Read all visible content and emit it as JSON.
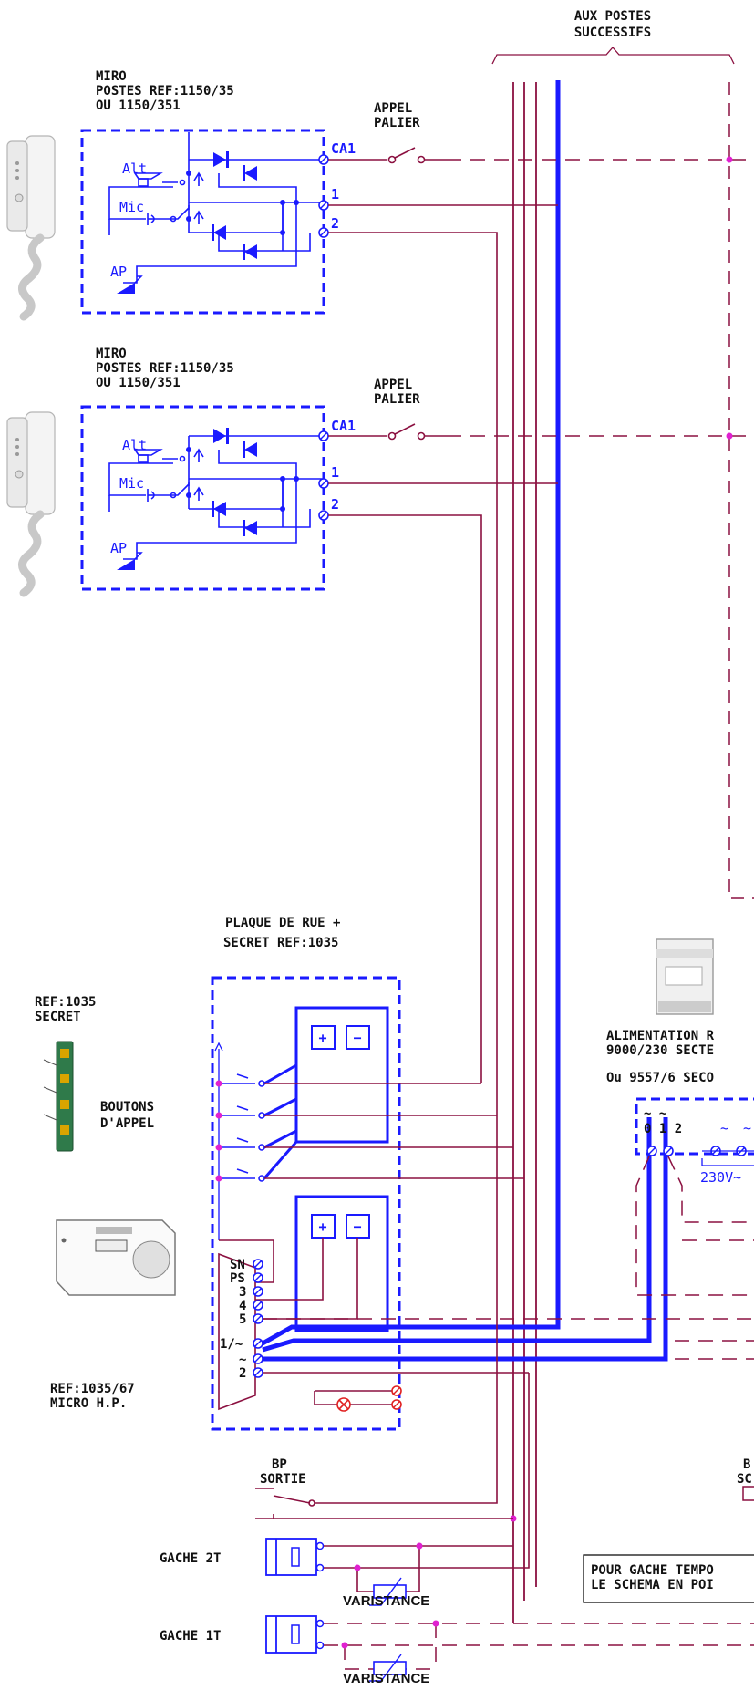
{
  "labels": {
    "aux_postes": "AUX POSTES",
    "successifs": "SUCCESSIFS",
    "miro": "MIRO",
    "postes_ref": "POSTES REF:1150/35",
    "ou_ref": "OU 1150/351",
    "appel": "APPEL",
    "palier": "PALIER",
    "ca1": "CA1",
    "t1": "1",
    "t2": "2",
    "alt": "Alt",
    "mic": "Mic",
    "ap": "AP",
    "plaque_line1": "PLAQUE DE RUE +",
    "plaque_line2": "SECRET REF:1035",
    "ref_secret_line1": "REF:1035",
    "ref_secret_line2": "SECRET",
    "boutons_line1": "BOUTONS",
    "boutons_line2": "D'APPEL",
    "ref_micro_line1": "REF:1035/67",
    "ref_micro_line2": "MICRO H.P.",
    "sn": "SN",
    "ps": "PS",
    "p3": "3",
    "p4": "4",
    "p5": "5",
    "p1": "1/~",
    "ptilde": "~",
    "p2": "2",
    "plus": "+",
    "minus": "−",
    "alim_line1": "ALIMENTATION R",
    "alim_line2": "9000/230 SECTE",
    "alim_line3": "Ou 9557/6 SECO",
    "alim_tildes": "~ ~",
    "alim_012": "0 1 2",
    "alim_230": "230V~",
    "bp_sortie_line1": "BP",
    "bp_sortie_line2": "SORTIE",
    "gache_2t": "GACHE 2T",
    "gache_1t": "GACHE 1T",
    "varistance": "VARISTANCE",
    "bp_right_line1": "B",
    "bp_right_line2": "SC",
    "note_line1": "POUR GACHE TEMPO",
    "note_line2": "LE SCHEMA EN POI"
  },
  "colors": {
    "blue": "#1a1aff",
    "maroon": "#8b1040",
    "magenta": "#e020d0",
    "red": "#e02020"
  }
}
